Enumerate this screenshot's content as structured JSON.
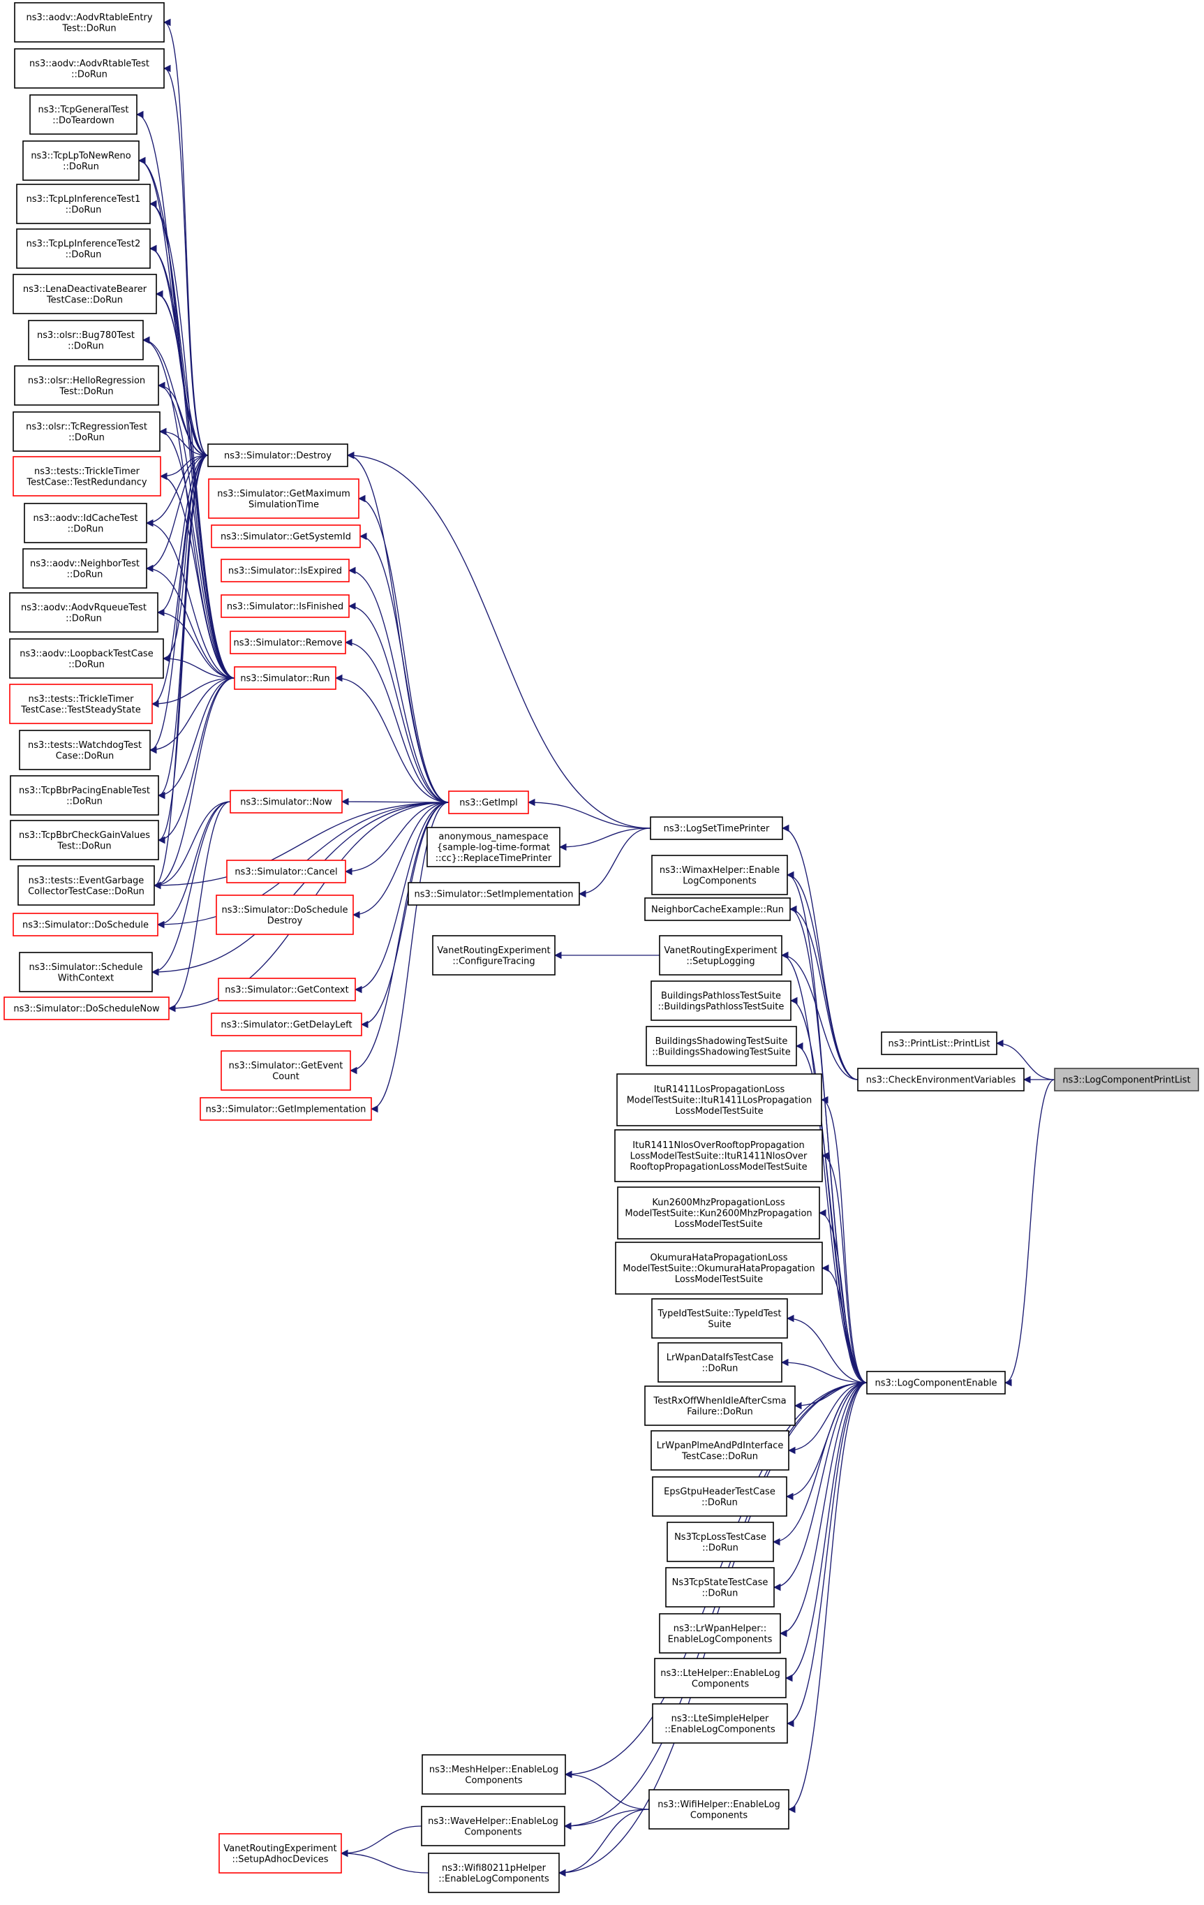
{
  "colors": {
    "edge": "#191970",
    "border_default": "#000000",
    "border_red": "#ff0000",
    "focus_fill": "#bfbfbf",
    "focus_border": "#404040"
  },
  "nodes": [
    {
      "id": "n_aodv_rtentry",
      "lines": [
        "ns3::aodv::AodvRtableEntry",
        "Test::DoRun"
      ],
      "border": "black"
    },
    {
      "id": "n_aodv_rtable",
      "lines": [
        "ns3::aodv::AodvRtableTest",
        "::DoRun"
      ],
      "border": "black"
    },
    {
      "id": "n_tcpgen",
      "lines": [
        "ns3::TcpGeneralTest",
        "::DoTeardown"
      ],
      "border": "black"
    },
    {
      "id": "n_tcplp_newreno",
      "lines": [
        "ns3::TcpLpToNewReno",
        "::DoRun"
      ],
      "border": "black"
    },
    {
      "id": "n_tcplp_inf1",
      "lines": [
        "ns3::TcpLpInferenceTest1",
        "::DoRun"
      ],
      "border": "black"
    },
    {
      "id": "n_tcplp_inf2",
      "lines": [
        "ns3::TcpLpInferenceTest2",
        "::DoRun"
      ],
      "border": "black"
    },
    {
      "id": "n_lena",
      "lines": [
        "ns3::LenaDeactivateBearer",
        "TestCase::DoRun"
      ],
      "border": "black"
    },
    {
      "id": "n_olsr_bug",
      "lines": [
        "ns3::olsr::Bug780Test",
        "::DoRun"
      ],
      "border": "black"
    },
    {
      "id": "n_olsr_hello",
      "lines": [
        "ns3::olsr::HelloRegression",
        "Test::DoRun"
      ],
      "border": "black"
    },
    {
      "id": "n_olsr_tc",
      "lines": [
        "ns3::olsr::TcRegressionTest",
        "::DoRun"
      ],
      "border": "black"
    },
    {
      "id": "n_trickle_red",
      "lines": [
        "ns3::tests::TrickleTimer",
        "TestCase::TestRedundancy"
      ],
      "border": "red"
    },
    {
      "id": "n_aodv_idcache",
      "lines": [
        "ns3::aodv::IdCacheTest",
        "::DoRun"
      ],
      "border": "black"
    },
    {
      "id": "n_aodv_neighbor",
      "lines": [
        "ns3::aodv::NeighborTest",
        "::DoRun"
      ],
      "border": "black"
    },
    {
      "id": "n_aodv_rqueue",
      "lines": [
        "ns3::aodv::AodvRqueueTest",
        "::DoRun"
      ],
      "border": "black"
    },
    {
      "id": "n_aodv_loopback",
      "lines": [
        "ns3::aodv::LoopbackTestCase",
        "::DoRun"
      ],
      "border": "black"
    },
    {
      "id": "n_trickle_steady",
      "lines": [
        "ns3::tests::TrickleTimer",
        "TestCase::TestSteadyState"
      ],
      "border": "red"
    },
    {
      "id": "n_watchdog",
      "lines": [
        "ns3::tests::WatchdogTest",
        "Case::DoRun"
      ],
      "border": "black"
    },
    {
      "id": "n_bbr_pacing",
      "lines": [
        "ns3::TcpBbrPacingEnableTest",
        "::DoRun"
      ],
      "border": "black"
    },
    {
      "id": "n_bbr_gain",
      "lines": [
        "ns3::TcpBbrCheckGainValues",
        "Test::DoRun"
      ],
      "border": "black"
    },
    {
      "id": "n_event_gc",
      "lines": [
        "ns3::tests::EventGarbage",
        "CollectorTestCase::DoRun"
      ],
      "border": "black"
    },
    {
      "id": "n_doschedule",
      "lines": [
        "ns3::Simulator::DoSchedule"
      ],
      "border": "red"
    },
    {
      "id": "n_schedctx",
      "lines": [
        "ns3::Simulator::Schedule",
        "WithContext"
      ],
      "border": "black"
    },
    {
      "id": "n_doschednow",
      "lines": [
        "ns3::Simulator::DoScheduleNow"
      ],
      "border": "red"
    },
    {
      "id": "n_destroy",
      "lines": [
        "ns3::Simulator::Destroy"
      ],
      "border": "black"
    },
    {
      "id": "n_getmax",
      "lines": [
        "ns3::Simulator::GetMaximum",
        "SimulationTime"
      ],
      "border": "red"
    },
    {
      "id": "n_getsysid",
      "lines": [
        "ns3::Simulator::GetSystemId"
      ],
      "border": "red"
    },
    {
      "id": "n_isexpired",
      "lines": [
        "ns3::Simulator::IsExpired"
      ],
      "border": "red"
    },
    {
      "id": "n_isfinished",
      "lines": [
        "ns3::Simulator::IsFinished"
      ],
      "border": "red"
    },
    {
      "id": "n_remove",
      "lines": [
        "ns3::Simulator::Remove"
      ],
      "border": "red"
    },
    {
      "id": "n_run",
      "lines": [
        "ns3::Simulator::Run"
      ],
      "border": "red"
    },
    {
      "id": "n_now",
      "lines": [
        "ns3::Simulator::Now"
      ],
      "border": "red"
    },
    {
      "id": "n_cancel",
      "lines": [
        "ns3::Simulator::Cancel"
      ],
      "border": "red"
    },
    {
      "id": "n_doschdestroy",
      "lines": [
        "ns3::Simulator::DoSchedule",
        "Destroy"
      ],
      "border": "red"
    },
    {
      "id": "n_getcontext",
      "lines": [
        "ns3::Simulator::GetContext"
      ],
      "border": "red"
    },
    {
      "id": "n_getdelayleft",
      "lines": [
        "ns3::Simulator::GetDelayLeft"
      ],
      "border": "red"
    },
    {
      "id": "n_geteventcount",
      "lines": [
        "ns3::Simulator::GetEvent",
        "Count"
      ],
      "border": "red"
    },
    {
      "id": "n_getimplementation",
      "lines": [
        "ns3::Simulator::GetImplementation"
      ],
      "border": "red"
    },
    {
      "id": "n_getimpl",
      "lines": [
        "ns3::GetImpl"
      ],
      "border": "red"
    },
    {
      "id": "n_replacetp",
      "lines": [
        "anonymous_namespace",
        "{sample-log-time-format",
        "::cc}::ReplaceTimePrinter"
      ],
      "border": "black"
    },
    {
      "id": "n_setimpl",
      "lines": [
        "ns3::Simulator::SetImplementation"
      ],
      "border": "black"
    },
    {
      "id": "n_logsettp",
      "lines": [
        "ns3::LogSetTimePrinter"
      ],
      "border": "black"
    },
    {
      "id": "n_wimax",
      "lines": [
        "ns3::WimaxHelper::Enable",
        "LogComponents"
      ],
      "border": "black"
    },
    {
      "id": "n_neighborcache",
      "lines": [
        "NeighborCacheExample::Run"
      ],
      "border": "black"
    },
    {
      "id": "n_vanet_cfgtrace",
      "lines": [
        "VanetRoutingExperiment",
        "::ConfigureTracing"
      ],
      "border": "black"
    },
    {
      "id": "n_vanet_setuplog",
      "lines": [
        "VanetRoutingExperiment",
        "::SetupLogging"
      ],
      "border": "black"
    },
    {
      "id": "n_bldg_pathloss",
      "lines": [
        "BuildingsPathlossTestSuite",
        "::BuildingsPathlossTestSuite"
      ],
      "border": "black"
    },
    {
      "id": "n_bldg_shadow",
      "lines": [
        "BuildingsShadowingTestSuite",
        "::BuildingsShadowingTestSuite"
      ],
      "border": "black"
    },
    {
      "id": "n_itur_los",
      "lines": [
        "ItuR1411LosPropagationLoss",
        "ModelTestSuite::ItuR1411LosPropagation",
        "LossModelTestSuite"
      ],
      "border": "black"
    },
    {
      "id": "n_itur_nlos",
      "lines": [
        "ItuR1411NlosOverRooftopPropagation",
        "LossModelTestSuite::ItuR1411NlosOver",
        "RooftopPropagationLossModelTestSuite"
      ],
      "border": "black"
    },
    {
      "id": "n_kun",
      "lines": [
        "Kun2600MhzPropagationLoss",
        "ModelTestSuite::Kun2600MhzPropagation",
        "LossModelTestSuite"
      ],
      "border": "black"
    },
    {
      "id": "n_okumura",
      "lines": [
        "OkumuraHataPropagationLoss",
        "ModelTestSuite::OkumuraHataPropagation",
        "LossModelTestSuite"
      ],
      "border": "black"
    },
    {
      "id": "n_typeid",
      "lines": [
        "TypeIdTestSuite::TypeIdTest",
        "Suite"
      ],
      "border": "black"
    },
    {
      "id": "n_lrwpan_dataifs",
      "lines": [
        "LrWpanDataIfsTestCase",
        "::DoRun"
      ],
      "border": "black"
    },
    {
      "id": "n_testrxoff",
      "lines": [
        "TestRxOffWhenIdleAfterCsma",
        "Failure::DoRun"
      ],
      "border": "black"
    },
    {
      "id": "n_lrwpan_plme",
      "lines": [
        "LrWpanPlmeAndPdInterface",
        "TestCase::DoRun"
      ],
      "border": "black"
    },
    {
      "id": "n_epsgtpu",
      "lines": [
        "EpsGtpuHeaderTestCase",
        "::DoRun"
      ],
      "border": "black"
    },
    {
      "id": "n_ns3tcploss",
      "lines": [
        "Ns3TcpLossTestCase",
        "::DoRun"
      ],
      "border": "black"
    },
    {
      "id": "n_ns3tcpstate",
      "lines": [
        "Ns3TcpStateTestCase",
        "::DoRun"
      ],
      "border": "black"
    },
    {
      "id": "n_lrwpanhelper",
      "lines": [
        "ns3::LrWpanHelper::",
        "EnableLogComponents"
      ],
      "border": "black"
    },
    {
      "id": "n_ltehelper",
      "lines": [
        "ns3::LteHelper::EnableLog",
        "Components"
      ],
      "border": "black"
    },
    {
      "id": "n_ltesimple",
      "lines": [
        "ns3::LteSimpleHelper",
        "::EnableLogComponents"
      ],
      "border": "black"
    },
    {
      "id": "n_meshhelper",
      "lines": [
        "ns3::MeshHelper::EnableLog",
        "Components"
      ],
      "border": "black"
    },
    {
      "id": "n_wifihelper",
      "lines": [
        "ns3::WifiHelper::EnableLog",
        "Components"
      ],
      "border": "black"
    },
    {
      "id": "n_wavehelper",
      "lines": [
        "ns3::WaveHelper::EnableLog",
        "Components"
      ],
      "border": "black"
    },
    {
      "id": "n_vanet_adhoc",
      "lines": [
        "VanetRoutingExperiment",
        "::SetupAdhocDevices"
      ],
      "border": "red"
    },
    {
      "id": "n_wifi80211p",
      "lines": [
        "ns3::Wifi80211pHelper",
        "::EnableLogComponents"
      ],
      "border": "black"
    },
    {
      "id": "n_printlist",
      "lines": [
        "ns3::PrintList::PrintList"
      ],
      "border": "black"
    },
    {
      "id": "n_checkenv",
      "lines": [
        "ns3::CheckEnvironmentVariables"
      ],
      "border": "black"
    },
    {
      "id": "n_logcompenable",
      "lines": [
        "ns3::LogComponentEnable"
      ],
      "border": "black"
    },
    {
      "id": "n_logcompprint",
      "lines": [
        "ns3::LogComponentPrintList"
      ],
      "border": "focus"
    }
  ],
  "edges": [
    [
      "n_aodv_rtentry",
      "n_destroy"
    ],
    [
      "n_aodv_rtable",
      "n_destroy"
    ],
    [
      "n_tcpgen",
      "n_destroy"
    ],
    [
      "n_tcplp_newreno",
      "n_destroy"
    ],
    [
      "n_tcplp_inf1",
      "n_destroy"
    ],
    [
      "n_tcplp_inf2",
      "n_destroy"
    ],
    [
      "n_lena",
      "n_destroy"
    ],
    [
      "n_olsr_bug",
      "n_destroy"
    ],
    [
      "n_olsr_hello",
      "n_destroy"
    ],
    [
      "n_olsr_tc",
      "n_destroy"
    ],
    [
      "n_trickle_red",
      "n_destroy"
    ],
    [
      "n_aodv_idcache",
      "n_destroy"
    ],
    [
      "n_aodv_neighbor",
      "n_destroy"
    ],
    [
      "n_aodv_rqueue",
      "n_destroy"
    ],
    [
      "n_aodv_loopback",
      "n_destroy"
    ],
    [
      "n_trickle_steady",
      "n_destroy"
    ],
    [
      "n_watchdog",
      "n_destroy"
    ],
    [
      "n_bbr_pacing",
      "n_destroy"
    ],
    [
      "n_bbr_gain",
      "n_destroy"
    ],
    [
      "n_event_gc",
      "n_destroy"
    ],
    [
      "n_tcplp_newreno",
      "n_run"
    ],
    [
      "n_tcplp_inf1",
      "n_run"
    ],
    [
      "n_tcplp_inf2",
      "n_run"
    ],
    [
      "n_lena",
      "n_run"
    ],
    [
      "n_olsr_bug",
      "n_run"
    ],
    [
      "n_olsr_hello",
      "n_run"
    ],
    [
      "n_olsr_tc",
      "n_run"
    ],
    [
      "n_trickle_red",
      "n_run"
    ],
    [
      "n_aodv_idcache",
      "n_run"
    ],
    [
      "n_aodv_neighbor",
      "n_run"
    ],
    [
      "n_aodv_rqueue",
      "n_run"
    ],
    [
      "n_aodv_loopback",
      "n_run"
    ],
    [
      "n_trickle_steady",
      "n_run"
    ],
    [
      "n_watchdog",
      "n_run"
    ],
    [
      "n_bbr_pacing",
      "n_run"
    ],
    [
      "n_bbr_gain",
      "n_run"
    ],
    [
      "n_event_gc",
      "n_run"
    ],
    [
      "n_event_gc",
      "n_now"
    ],
    [
      "n_doschedule",
      "n_now"
    ],
    [
      "n_schedctx",
      "n_now"
    ],
    [
      "n_doschednow",
      "n_now"
    ],
    [
      "n_event_gc",
      "n_getimpl"
    ],
    [
      "n_doschedule",
      "n_getimpl"
    ],
    [
      "n_schedctx",
      "n_getimpl"
    ],
    [
      "n_doschednow",
      "n_getimpl"
    ],
    [
      "n_destroy",
      "n_getimpl"
    ],
    [
      "n_getmax",
      "n_getimpl"
    ],
    [
      "n_getsysid",
      "n_getimpl"
    ],
    [
      "n_isexpired",
      "n_getimpl"
    ],
    [
      "n_isfinished",
      "n_getimpl"
    ],
    [
      "n_remove",
      "n_getimpl"
    ],
    [
      "n_run",
      "n_getimpl"
    ],
    [
      "n_now",
      "n_getimpl"
    ],
    [
      "n_cancel",
      "n_getimpl"
    ],
    [
      "n_doschdestroy",
      "n_getimpl"
    ],
    [
      "n_getcontext",
      "n_getimpl"
    ],
    [
      "n_getdelayleft",
      "n_getimpl"
    ],
    [
      "n_geteventcount",
      "n_getimpl"
    ],
    [
      "n_getimplementation",
      "n_getimpl"
    ],
    [
      "n_destroy",
      "n_logsettp"
    ],
    [
      "n_getimpl",
      "n_logsettp"
    ],
    [
      "n_replacetp",
      "n_logsettp"
    ],
    [
      "n_setimpl",
      "n_logsettp"
    ],
    [
      "n_vanet_cfgtrace",
      "n_vanet_setuplog"
    ],
    [
      "n_logsettp",
      "n_checkenv"
    ],
    [
      "n_wimax",
      "n_checkenv"
    ],
    [
      "n_neighborcache",
      "n_checkenv"
    ],
    [
      "n_vanet_setuplog",
      "n_checkenv"
    ],
    [
      "n_printlist",
      "n_logcompprint"
    ],
    [
      "n_checkenv",
      "n_logcompprint"
    ],
    [
      "n_logcompenable",
      "n_logcompprint"
    ],
    [
      "n_wimax",
      "n_logcompenable"
    ],
    [
      "n_neighborcache",
      "n_logcompenable"
    ],
    [
      "n_vanet_setuplog",
      "n_logcompenable"
    ],
    [
      "n_bldg_pathloss",
      "n_logcompenable"
    ],
    [
      "n_bldg_shadow",
      "n_logcompenable"
    ],
    [
      "n_itur_los",
      "n_logcompenable"
    ],
    [
      "n_itur_nlos",
      "n_logcompenable"
    ],
    [
      "n_kun",
      "n_logcompenable"
    ],
    [
      "n_okumura",
      "n_logcompenable"
    ],
    [
      "n_typeid",
      "n_logcompenable"
    ],
    [
      "n_lrwpan_dataifs",
      "n_logcompenable"
    ],
    [
      "n_testrxoff",
      "n_logcompenable"
    ],
    [
      "n_lrwpan_plme",
      "n_logcompenable"
    ],
    [
      "n_epsgtpu",
      "n_logcompenable"
    ],
    [
      "n_ns3tcploss",
      "n_logcompenable"
    ],
    [
      "n_ns3tcpstate",
      "n_logcompenable"
    ],
    [
      "n_lrwpanhelper",
      "n_logcompenable"
    ],
    [
      "n_ltehelper",
      "n_logcompenable"
    ],
    [
      "n_ltesimple",
      "n_logcompenable"
    ],
    [
      "n_meshhelper",
      "n_logcompenable"
    ],
    [
      "n_wifihelper",
      "n_logcompenable"
    ],
    [
      "n_wavehelper",
      "n_logcompenable"
    ],
    [
      "n_wifi80211p",
      "n_logcompenable"
    ],
    [
      "n_meshhelper",
      "n_wifihelper"
    ],
    [
      "n_wavehelper",
      "n_wifihelper"
    ],
    [
      "n_wifi80211p",
      "n_wifihelper"
    ],
    [
      "n_vanet_adhoc",
      "n_wavehelper"
    ],
    [
      "n_vanet_adhoc",
      "n_wifi80211p"
    ]
  ]
}
